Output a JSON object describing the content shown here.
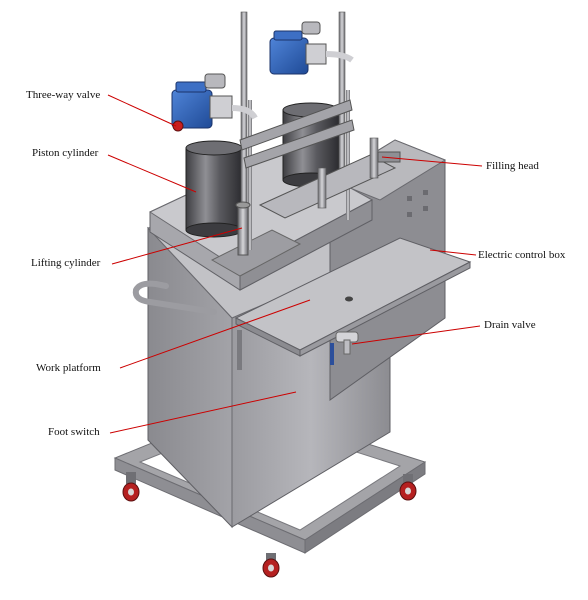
{
  "labels": {
    "three_way_valve": "Three-way valve",
    "piston_cylinder": "Piston cylinder",
    "lifting_cylinder": "Lifting cylinder",
    "work_platform": "Work platform",
    "foot_switch": "Foot switch",
    "filling_head": "Filling head",
    "electric_control_box": "Electric control box",
    "drain_valve": "Drain valve"
  },
  "colors": {
    "leader_line": "#cc0000",
    "valve_actuator": "#2f5fb0",
    "valve_handle": "#c81e1e",
    "caster": "#b52020",
    "steel": "#9a9a9a"
  }
}
